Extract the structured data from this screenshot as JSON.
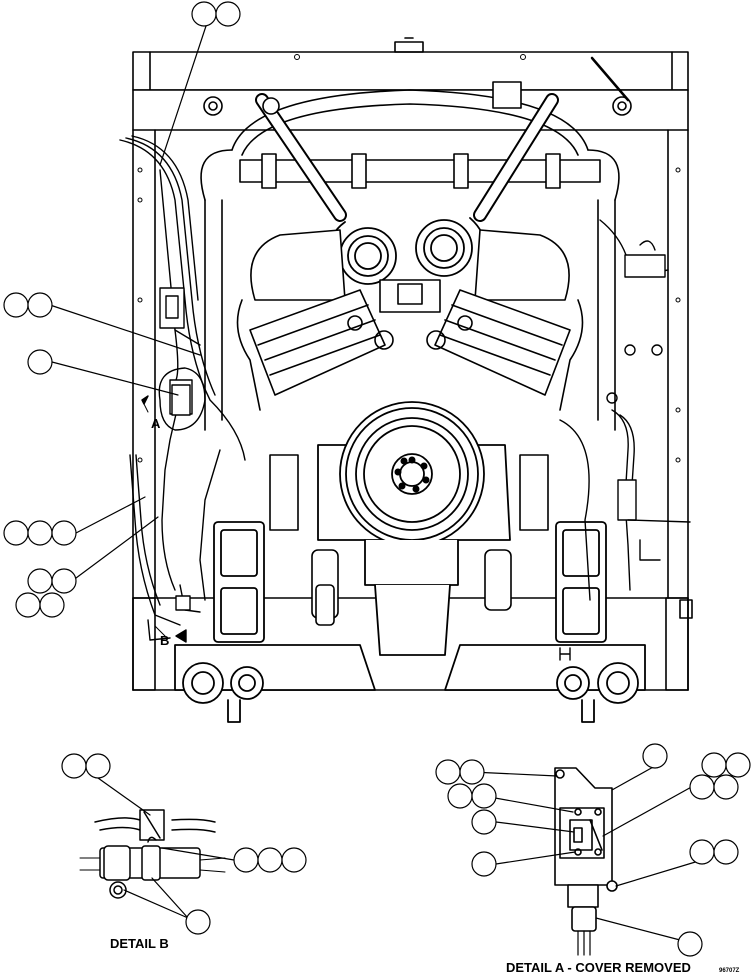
{
  "captions": {
    "detail_b": "DETAIL B",
    "detail_a": "DETAIL A - COVER REMOVED"
  },
  "reference_letters": {
    "a": "A",
    "b": "B"
  },
  "drawing_number": "96707Z"
}
